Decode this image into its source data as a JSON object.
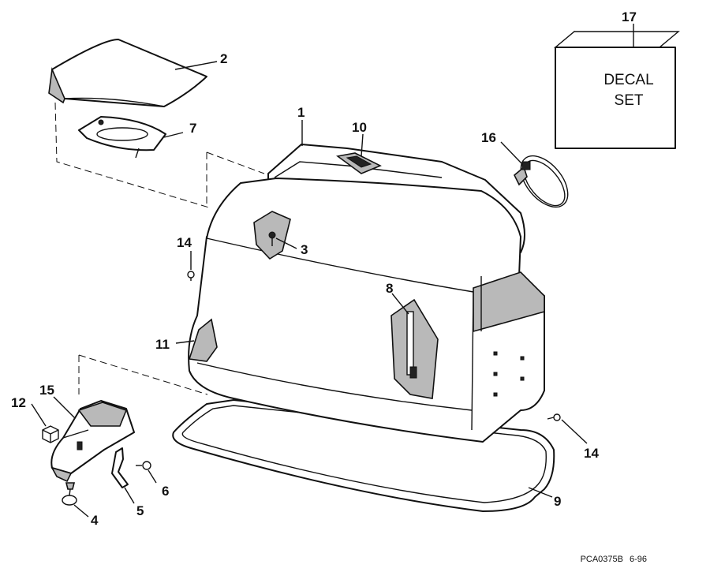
{
  "callouts": {
    "c1": "1",
    "c2": "2",
    "c3": "3",
    "c4": "4",
    "c5": "5",
    "c6": "6",
    "c7": "7",
    "c8": "8",
    "c9": "9",
    "c10": "10",
    "c11": "11",
    "c12": "12",
    "c14a": "14",
    "c14b": "14",
    "c15": "15",
    "c16": "16",
    "c17": "17"
  },
  "decal_box": {
    "line1": "DECAL",
    "line2": "SET"
  },
  "footer": {
    "code": "PCA0375B",
    "date": "6-96"
  }
}
